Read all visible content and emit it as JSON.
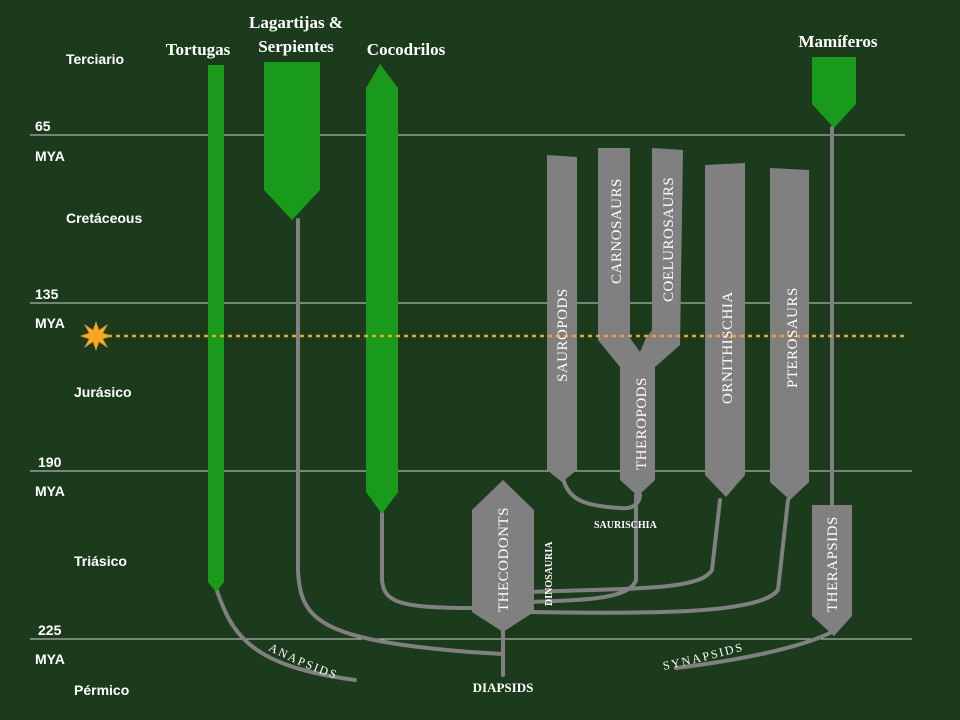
{
  "timescale": {
    "periods": [
      "Terciario",
      "Cretáceous",
      "Jurásico",
      "Triásico",
      "Pérmico"
    ],
    "boundaries": [
      {
        "value": "65",
        "unit": "MYA"
      },
      {
        "value": "135",
        "unit": "MYA"
      },
      {
        "value": "190",
        "unit": "MYA"
      },
      {
        "value": "225",
        "unit": "MYA"
      }
    ]
  },
  "groups": {
    "tortugas": "Tortugas",
    "lagartijas_line1": "Lagartijas &",
    "lagartijas_line2": "Serpientes",
    "cocodrilos": "Cocodrilos",
    "mamiferos": "Mamíferos"
  },
  "dinosaur_branches": {
    "sauropods": "SAUROPODS",
    "carnosaurs": "CARNOSAURS",
    "coelurosaurs": "COELUROSAURS",
    "theropods": "THEROPODS",
    "ornithischia": "ORNITHISCHIA",
    "pterosaurs": "PTEROSAURS",
    "thecodonts": "THECODONTS",
    "therapsids": "THERAPSIDS",
    "dinosauria": "DINOSAURIA",
    "saurischia": "SAURISCHIA"
  },
  "lineages": {
    "anapsids": "ANAPSIDS",
    "synapsids": "SYNAPSIDS",
    "diapsids": "DIAPSIDS"
  },
  "colors": {
    "background": "#1c3b1c",
    "living_branch": "#1a9a1a",
    "extinct_branch": "#808080",
    "timeline": "#d0d0d0",
    "impact_line": "#f0a030",
    "impact_star": "#f5a623"
  },
  "icons": {
    "impact_marker": "star-burst-icon"
  }
}
